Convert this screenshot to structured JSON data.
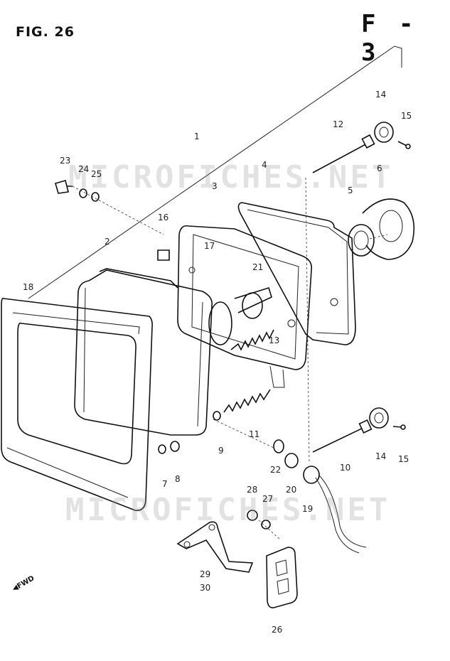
{
  "header": {
    "figure_label": "FIG. 26",
    "page_code": "F - 3"
  },
  "watermark": {
    "text": "MICROFICHES.NET"
  },
  "fwd_label": "FWD",
  "callouts": [
    {
      "id": "c1",
      "text": "1"
    },
    {
      "id": "c2",
      "text": "2"
    },
    {
      "id": "c3",
      "text": "3"
    },
    {
      "id": "c4",
      "text": "4"
    },
    {
      "id": "c5",
      "text": "5"
    },
    {
      "id": "c6",
      "text": "6"
    },
    {
      "id": "c7",
      "text": "7"
    },
    {
      "id": "c8",
      "text": "8"
    },
    {
      "id": "c9",
      "text": "9"
    },
    {
      "id": "c10",
      "text": "10"
    },
    {
      "id": "c11",
      "text": "11"
    },
    {
      "id": "c12",
      "text": "12"
    },
    {
      "id": "c13",
      "text": "13"
    },
    {
      "id": "c14a",
      "text": "14"
    },
    {
      "id": "c14b",
      "text": "14"
    },
    {
      "id": "c15a",
      "text": "15"
    },
    {
      "id": "c15b",
      "text": "15"
    },
    {
      "id": "c16",
      "text": "16"
    },
    {
      "id": "c17",
      "text": "17"
    },
    {
      "id": "c18",
      "text": "18"
    },
    {
      "id": "c19",
      "text": "19"
    },
    {
      "id": "c20",
      "text": "20"
    },
    {
      "id": "c21",
      "text": "21"
    },
    {
      "id": "c22",
      "text": "22"
    },
    {
      "id": "c23",
      "text": "23"
    },
    {
      "id": "c24",
      "text": "24"
    },
    {
      "id": "c25",
      "text": "25"
    },
    {
      "id": "c26",
      "text": "26"
    },
    {
      "id": "c27",
      "text": "27"
    },
    {
      "id": "c28",
      "text": "28"
    },
    {
      "id": "c29",
      "text": "29"
    },
    {
      "id": "c30",
      "text": "30"
    }
  ]
}
